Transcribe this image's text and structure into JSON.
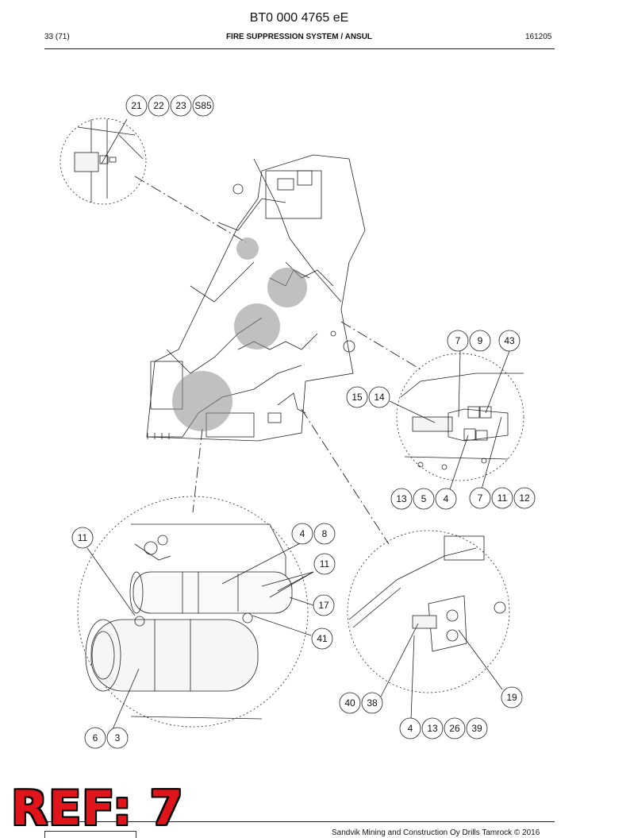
{
  "header": {
    "document_code": "BT0 000 4765 eE",
    "page": "33 (71)",
    "section_title": "FIRE SUPPRESSION SYSTEM / ANSUL",
    "date_code": "161205"
  },
  "stamp": {
    "text": "REF: 7",
    "color": "#e0141b"
  },
  "footer": {
    "text": "Sandvik Mining and Construction Oy Drills Tamrock © 2016"
  },
  "callouts": {
    "top_detail": [
      "21",
      "22",
      "23",
      "S85"
    ],
    "right_detail": {
      "a": [
        "7",
        "9"
      ],
      "b": [
        "43"
      ],
      "c": [
        "15",
        "14"
      ],
      "d": [
        "13",
        "5",
        "4"
      ],
      "e": [
        "7",
        "11",
        "12"
      ]
    },
    "lower_left_detail": {
      "a": [
        "11"
      ],
      "b": [
        "4",
        "8"
      ],
      "c": [
        "11"
      ],
      "d": [
        "17"
      ],
      "e": [
        "41"
      ],
      "f": [
        "6",
        "3"
      ]
    },
    "lower_right_detail": {
      "a": [
        "40",
        "38"
      ],
      "b": [
        "19"
      ],
      "c": [
        "4",
        "13",
        "26",
        "39"
      ]
    }
  }
}
